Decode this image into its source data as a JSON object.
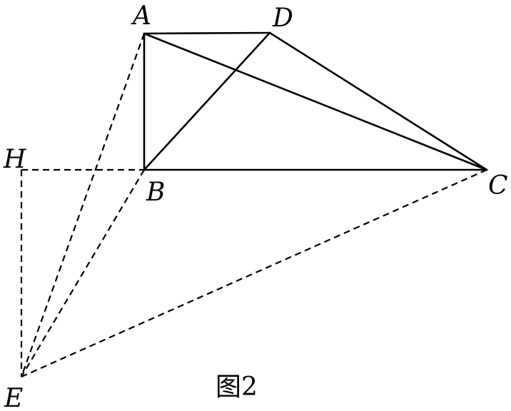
{
  "points": {
    "A": "A",
    "B": "B",
    "C": "C",
    "D": "D",
    "E": "E",
    "H": "H"
  },
  "segments": {
    "solid": [
      "AD",
      "AB",
      "BC",
      "AC",
      "BD",
      "DC"
    ],
    "dashed": [
      "HB",
      "HE",
      "AE",
      "BE",
      "CE"
    ]
  },
  "caption": "图2"
}
